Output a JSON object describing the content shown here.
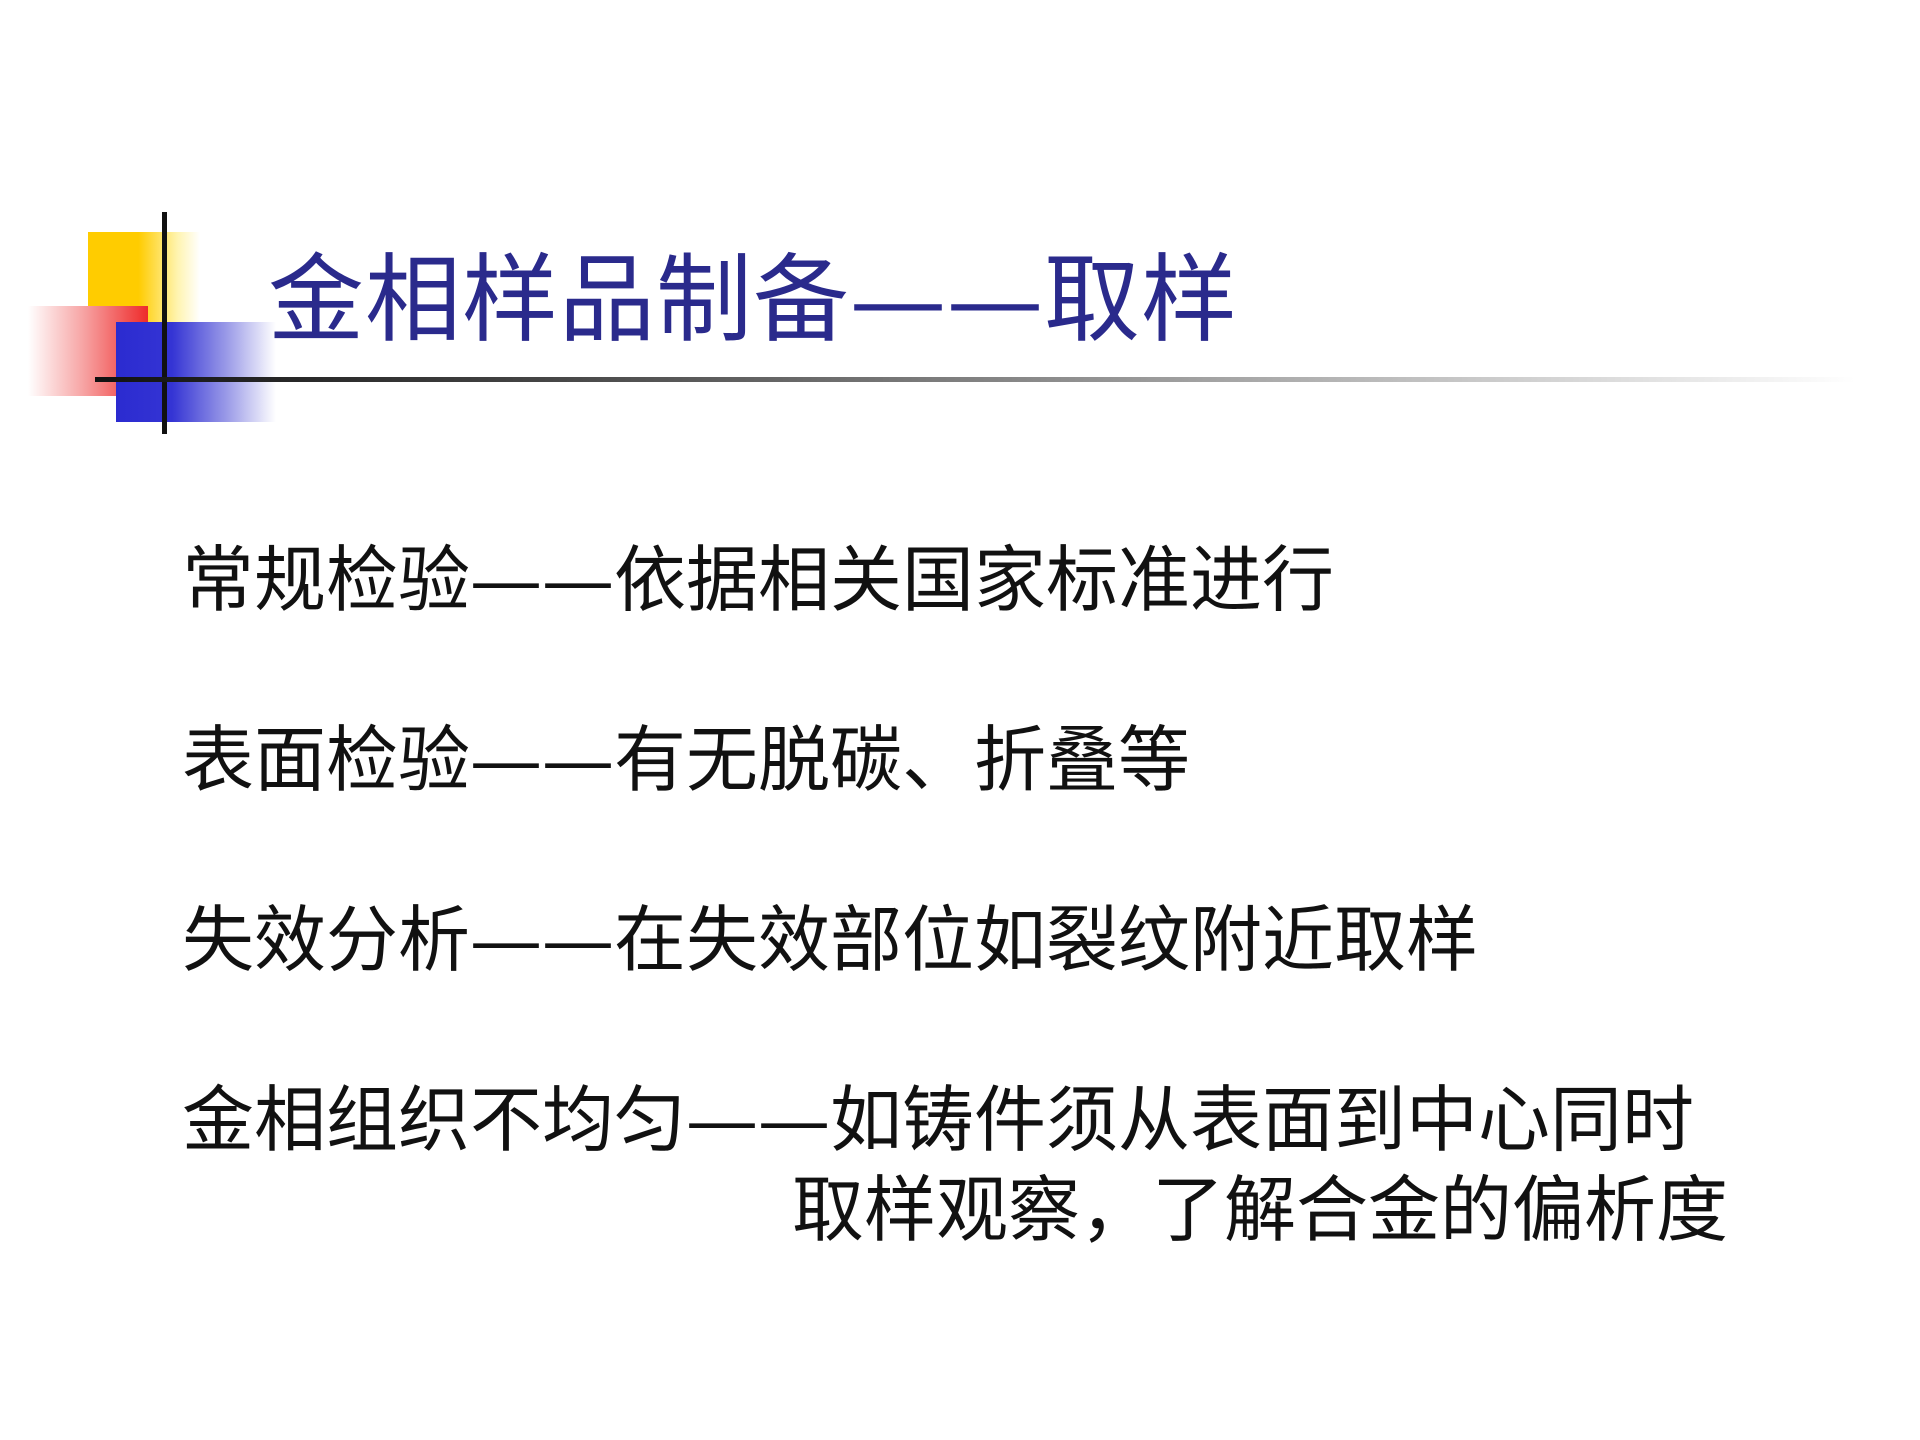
{
  "slide": {
    "title": "金相样品制备——取样",
    "items": [
      {
        "text": "常规检验——依据相关国家标准进行"
      },
      {
        "text": "表面检验——有无脱碳、折叠等"
      },
      {
        "text": "失效分析——在失效部位如裂纹附近取样"
      },
      {
        "text": "金相组织不均匀——如铸件须从表面到中心同时",
        "continuation": "取样观察，了解合金的偏析度"
      }
    ],
    "colors": {
      "title": "#2a2a8c",
      "accent_yellow": "#ffcc00",
      "accent_red": "#ee2a2a",
      "accent_blue": "#2b2bd0"
    }
  }
}
